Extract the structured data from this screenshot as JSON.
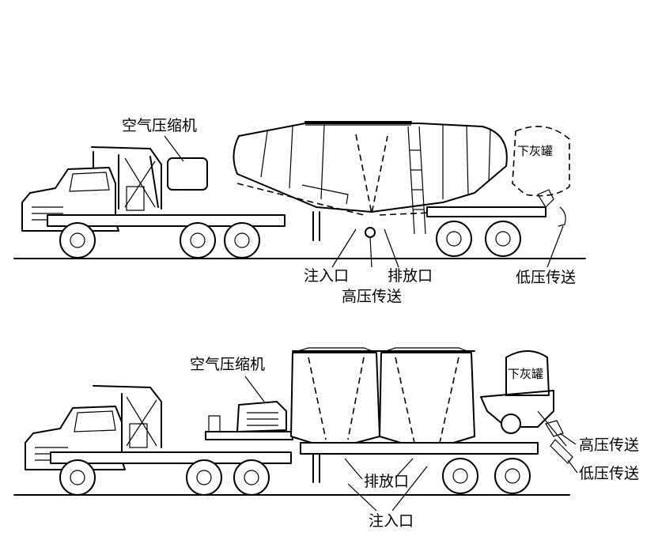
{
  "top_diagram": {
    "labels": {
      "compressor": "空气压缩机",
      "lower_tank": "下灰罐",
      "inlet": "注入口",
      "outlet": "排放口",
      "high_pressure": "高压传送",
      "low_pressure": "低压传送"
    }
  },
  "bottom_diagram": {
    "labels": {
      "compressor": "空气压缩机",
      "lower_tank": "下灰罐",
      "high_pressure": "高压传送",
      "low_pressure": "低压传送",
      "outlet": "排放口",
      "inlet": "注入口"
    }
  }
}
